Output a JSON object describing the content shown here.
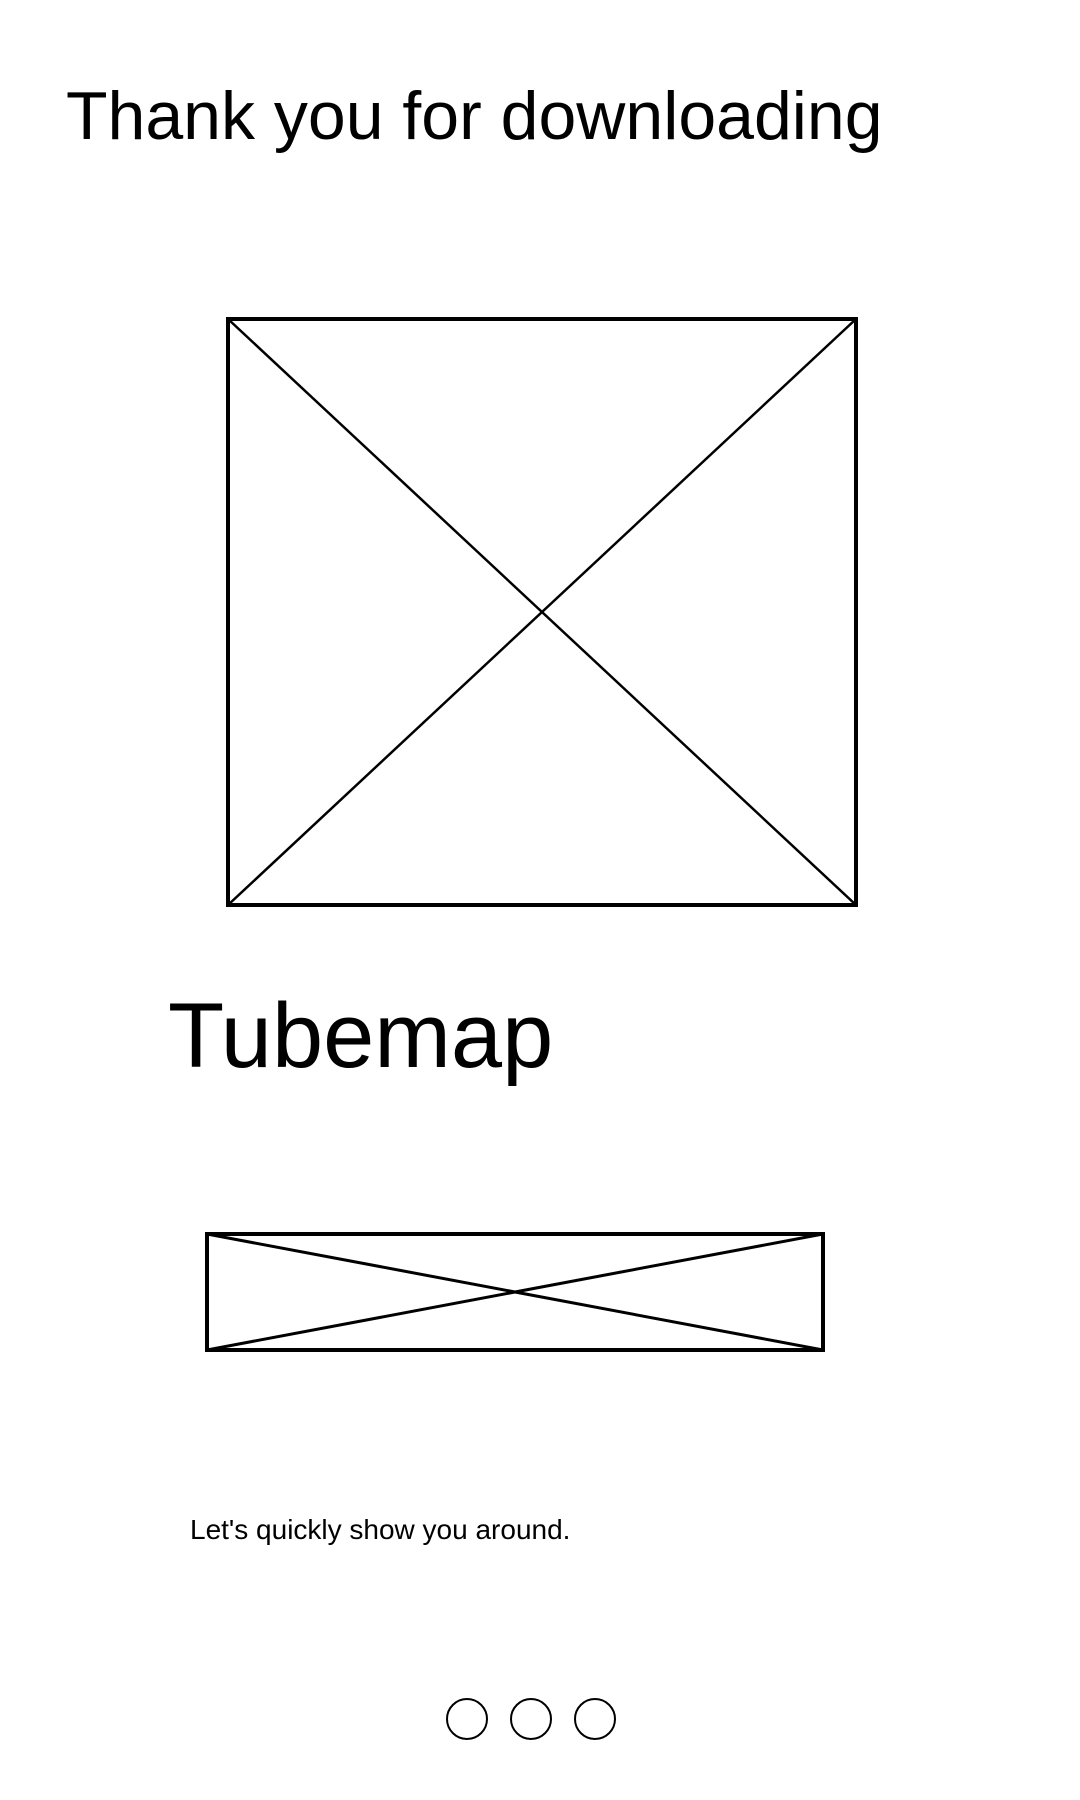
{
  "onboarding": {
    "heading": "Thank you for downloading",
    "hero_image_icon": "image-placeholder",
    "app_name": "Tubemap",
    "banner_image_icon": "image-placeholder",
    "tagline": "Let's quickly show you around.",
    "pager": {
      "page_count": 3,
      "current_page": null
    }
  }
}
